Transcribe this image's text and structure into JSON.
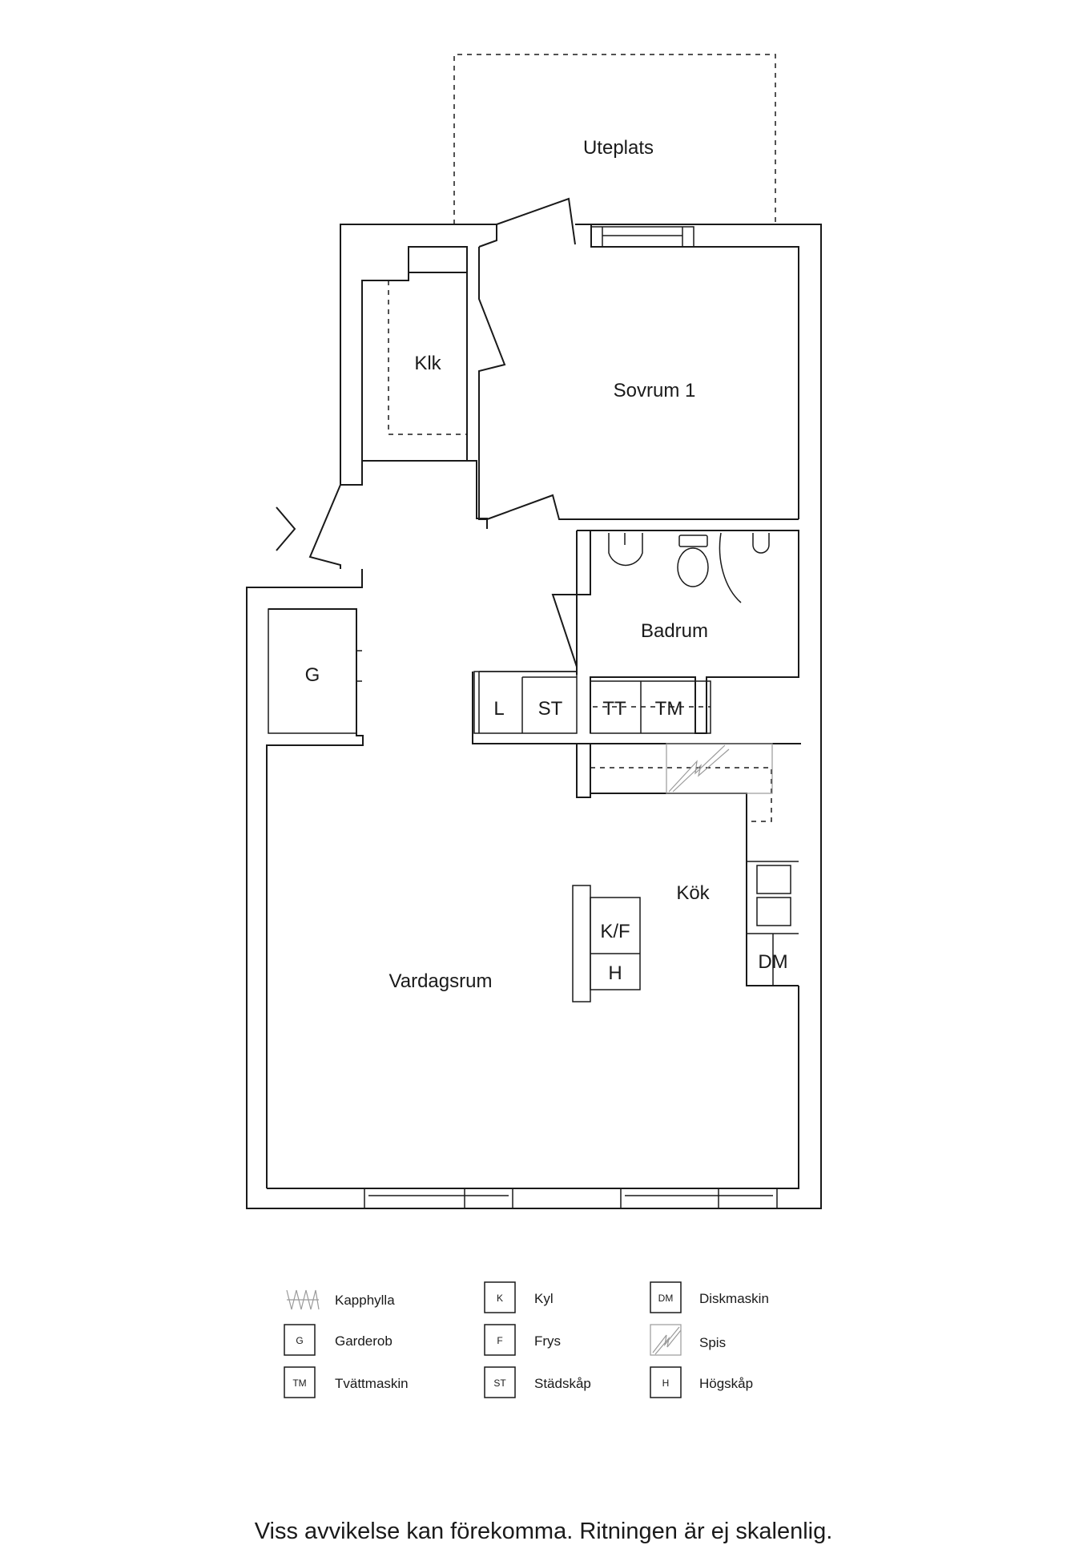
{
  "rooms": {
    "uteplats": "Uteplats",
    "klk": "Klk",
    "sovrum": "Sovrum 1",
    "badrum": "Badrum",
    "kok": "Kök",
    "vardagsrum": "Vardagsrum"
  },
  "fixtures": {
    "g": "G",
    "l": "L",
    "st": "ST",
    "tt": "TT",
    "tm": "TM",
    "kf": "K/F",
    "h": "H",
    "dm": "DM"
  },
  "legend": [
    {
      "code": "",
      "label": "Kapphylla",
      "icon": "coat-rack-icon"
    },
    {
      "code": "K",
      "label": "Kyl",
      "icon": "box-icon"
    },
    {
      "code": "DM",
      "label": "Diskmaskin",
      "icon": "box-icon"
    },
    {
      "code": "G",
      "label": "Garderob",
      "icon": "box-icon"
    },
    {
      "code": "F",
      "label": "Frys",
      "icon": "box-icon"
    },
    {
      "code": "",
      "label": "Spis",
      "icon": "stove-icon"
    },
    {
      "code": "TM",
      "label": "Tvättmaskin",
      "icon": "box-icon"
    },
    {
      "code": "ST",
      "label": "Städskåp",
      "icon": "box-icon"
    },
    {
      "code": "H",
      "label": "Högskåp",
      "icon": "box-icon"
    }
  ],
  "disclaimer": "Viss avvikelse kan förekomma. Ritningen är ej skalenlig.",
  "colors": {
    "line": "#1a1a1a",
    "background": "#ffffff"
  }
}
